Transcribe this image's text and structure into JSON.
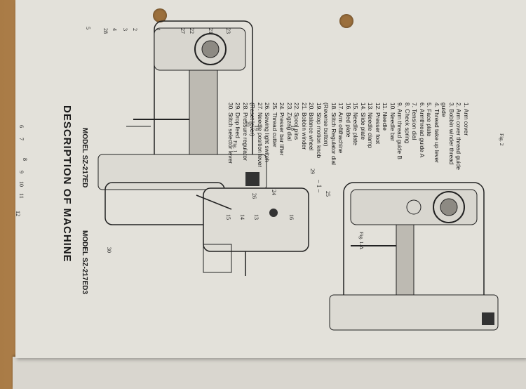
{
  "heading": {
    "title": "DESCRIPTION OF MACHINE",
    "model_1": "MODEL   SZ-217ED",
    "model_2": "MODEL   SZ-217ED3",
    "page_number": "– 1 –"
  },
  "figures": {
    "fig1": "Fig. 1",
    "fig1a": "Fig. 1-A",
    "fig2": "Fig. 2"
  },
  "callouts_fig1": [
    "5",
    "28",
    "4",
    "3",
    "2",
    "1",
    "27",
    "22",
    "21",
    "23",
    "20",
    "19",
    "18",
    "17",
    "6",
    "7",
    "8",
    "9",
    "10",
    "11",
    "12",
    "14",
    "15",
    "13",
    "16",
    "29"
  ],
  "callouts_fig1a": [
    "26",
    "24",
    "25"
  ],
  "callouts_fig2": [
    "30"
  ],
  "parts": [
    "1.  Arm cover",
    "2.  Arm cover thread guide",
    "3.  Bobbin winder thread",
    "     guide",
    "4.  Thread take up lever",
    "5.  Face plate",
    "6.  Armthread guide A",
    "7.  Tension dial",
    "8.  Check spring",
    "9.  Arm thread guide B",
    "10. Needle bar",
    "11. Needle",
    "12. Presser foot",
    "13. Needle clamp",
    "14. Slide plate",
    "15. Needle plate",
    "16. Bed plate",
    "17. Arm of machine",
    "18. Stitch Regulator dial",
    "      (Reverse button)",
    "19. Stop motion knob",
    "20. Balance wheel",
    "21. Bobbin winder",
    "22. Spool pins",
    "23. Zigzag dial",
    "24. Presser bar lifter",
    "25. Thread cutter",
    "26. Sewing light switch",
    "27. Needle position lever",
    "      (Reset lever)",
    "28. Pressure regulator",
    "29. Drop feed",
    "30. Stitch selector lever"
  ]
}
